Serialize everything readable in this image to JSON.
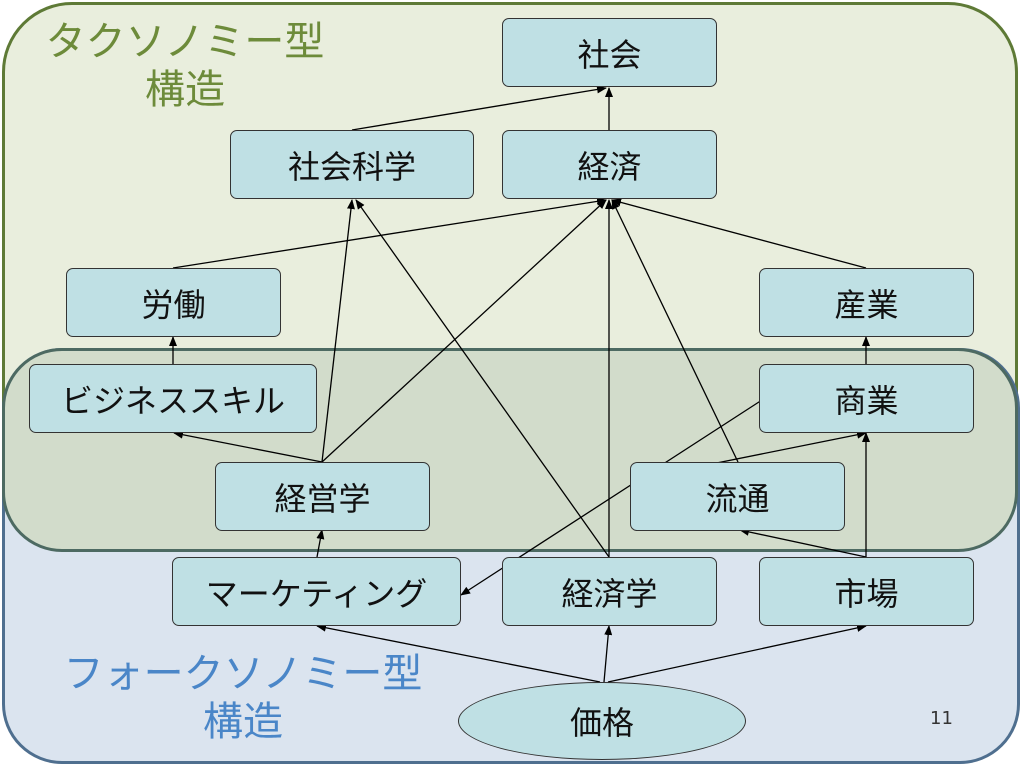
{
  "titles": {
    "taxonomy_line1": "タクソノミー型",
    "taxonomy_line2": "構造",
    "folksonomy_line1": "フォークソノミー型",
    "folksonomy_line2": "構造"
  },
  "nodes": {
    "society": "社会",
    "social_science": "社会科学",
    "economy": "経済",
    "labor": "労働",
    "industry": "産業",
    "business_skill": "ビジネススキル",
    "commerce": "商業",
    "management": "経営学",
    "distribution": "流通",
    "marketing": "マーケティング",
    "economics": "経済学",
    "market": "市場",
    "price": "価格"
  },
  "slide_number": "11",
  "colors": {
    "taxonomy_title": "#6d8b3a",
    "folksonomy_title": "#4a86c8",
    "node_fill": "#bfe0e4"
  }
}
